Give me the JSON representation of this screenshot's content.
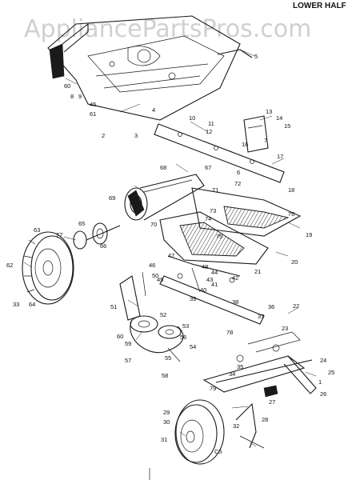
{
  "watermark": "AppliancePartsPros.com",
  "header": "LOWER HALF",
  "callouts": [
    "5",
    "60",
    "8",
    "9",
    "45",
    "61",
    "4",
    "2",
    "3",
    "10",
    "11",
    "12",
    "13",
    "14",
    "15",
    "16",
    "7",
    "17",
    "6",
    "67",
    "68",
    "71",
    "72",
    "69",
    "70",
    "18",
    "19",
    "20",
    "63",
    "77",
    "65",
    "66",
    "62",
    "33",
    "64",
    "47",
    "46",
    "48",
    "49",
    "50",
    "21",
    "51",
    "52",
    "53",
    "54",
    "55",
    "56",
    "57",
    "58",
    "59",
    "60",
    "22",
    "23",
    "24",
    "25",
    "26",
    "27",
    "28",
    "29",
    "30",
    "31",
    "32",
    "34",
    "35",
    "36",
    "37",
    "38",
    "39",
    "40",
    "41",
    "42",
    "43",
    "44",
    "73",
    "74",
    "75",
    "76",
    "78",
    "79",
    "1",
    "C5"
  ]
}
